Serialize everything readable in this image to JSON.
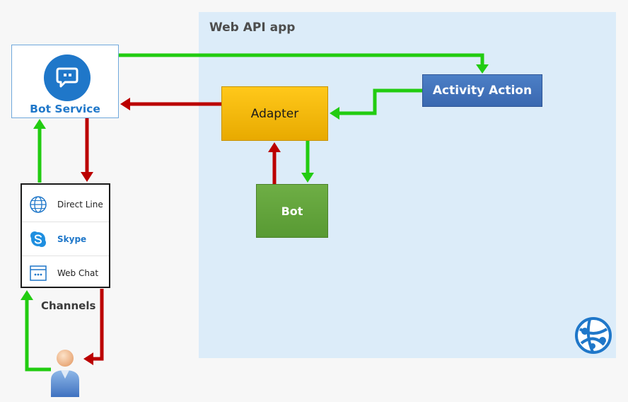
{
  "webapi": {
    "title": "Web API app"
  },
  "bot_service": {
    "label": "Bot Service",
    "icon": "bot-service-icon"
  },
  "adapter": {
    "label": "Adapter"
  },
  "activity_action": {
    "label": "Activity Action"
  },
  "bot": {
    "label": "Bot"
  },
  "channels": {
    "label": "Channels",
    "items": [
      {
        "label": "Direct Line",
        "icon": "globe-icon"
      },
      {
        "label": "Skype",
        "icon": "skype-icon"
      },
      {
        "label": "Web Chat",
        "icon": "web-chat-icon"
      }
    ]
  },
  "colors": {
    "request_arrow": "#22cc11",
    "response_arrow": "#bb0000",
    "region": "#dcecf9",
    "adapter": "#f5b800",
    "activity_action": "#4472c4",
    "bot": "#62a33c",
    "brand_blue": "#1f77c9"
  }
}
